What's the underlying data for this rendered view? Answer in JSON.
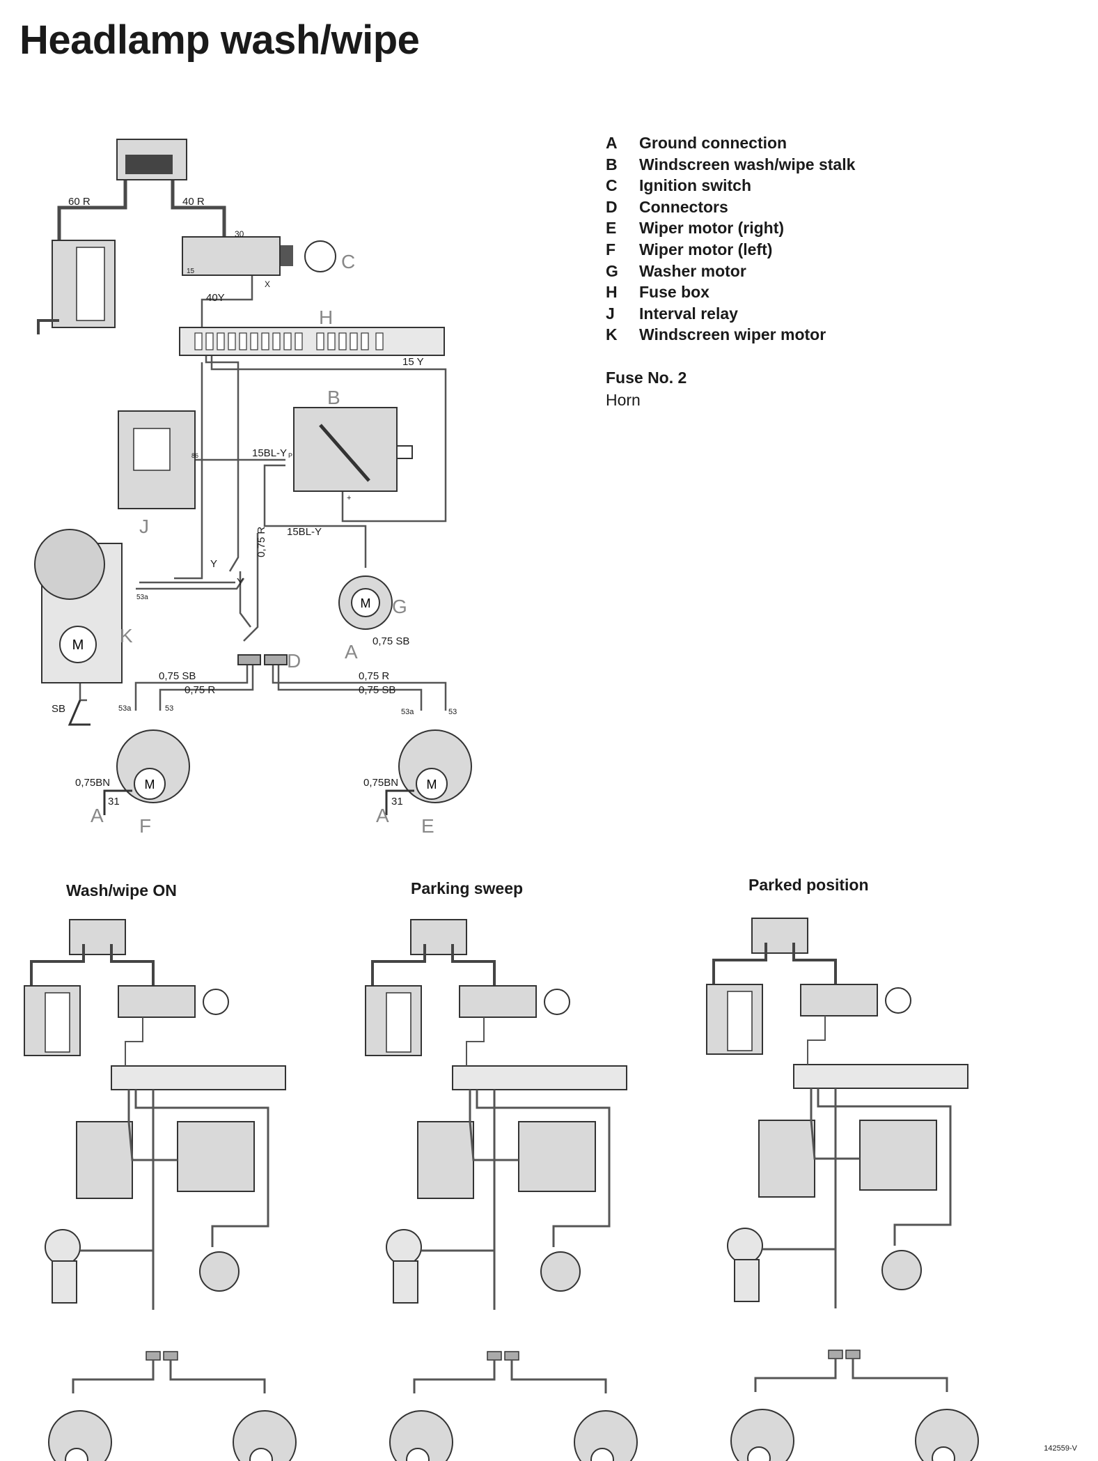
{
  "title": "Headlamp wash/wipe",
  "legend": [
    {
      "key": "A",
      "label": "Ground connection"
    },
    {
      "key": "B",
      "label": "Windscreen wash/wipe stalk"
    },
    {
      "key": "C",
      "label": "Ignition switch"
    },
    {
      "key": "D",
      "label": "Connectors"
    },
    {
      "key": "E",
      "label": "Wiper motor (right)"
    },
    {
      "key": "F",
      "label": "Wiper motor (left)"
    },
    {
      "key": "G",
      "label": "Washer motor"
    },
    {
      "key": "H",
      "label": "Fuse box"
    },
    {
      "key": "J",
      "label": "Interval relay"
    },
    {
      "key": "K",
      "label": "Windscreen wiper motor"
    }
  ],
  "fuse": {
    "title": "Fuse No. 2",
    "item": "Horn"
  },
  "views": {
    "wash_on": "Wash/wipe ON",
    "parking_sweep": "Parking sweep",
    "parked": "Parked position"
  },
  "wires": {
    "w60r": "60 R",
    "w40r": "40 R",
    "w40y": "40Y",
    "w15y": "15 Y",
    "w15bly": "15BL-Y",
    "w15bly2": "15BL-Y",
    "w075r": "0,75 R",
    "wy": "Y",
    "wy2": "Y",
    "sb": "SB",
    "w075sb_l": "0,75 SB",
    "w075r_l": "0,75 R",
    "w075r_r": "0,75 R",
    "w075sb_r": "0,75 SB",
    "w075sb_g": "0,75 SB",
    "bn_l": "0,75BN",
    "bn_r": "0,75BN",
    "t30": "30",
    "t15": "15",
    "tx": "X",
    "t31l": "31",
    "t31r": "31",
    "t53a_l": "53a",
    "t53_l": "53",
    "t53a_r": "53a",
    "t53_r": "53",
    "t53a_k": "53a",
    "t86": "86",
    "tp": "P",
    "tplus": "+",
    "m": "M"
  },
  "labels": {
    "A1": "A",
    "A2": "A",
    "A3": "A",
    "B": "B",
    "C": "C",
    "D": "D",
    "E": "E",
    "F": "F",
    "G": "G",
    "H": "H",
    "J": "J",
    "K": "K"
  },
  "code": "142559-V",
  "colors": {
    "wire": "#4a4a4a",
    "component": "#d9d9d9",
    "text": "#1a1a1a",
    "label": "#888888"
  }
}
